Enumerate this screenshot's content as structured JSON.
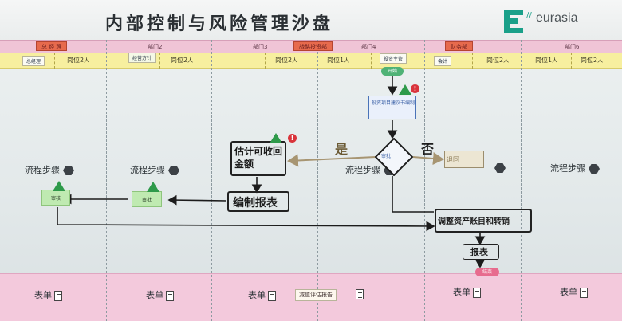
{
  "header": {
    "title": "内部控制与风险管理沙盘",
    "logo_text": "eurasia",
    "logo_ticks": "//"
  },
  "departments": [
    "总 经 理",
    "部门2",
    "部门3",
    "战略投资部",
    "部门4",
    "财务部",
    "部门6"
  ],
  "posts": [
    "总经理",
    "岗位2",
    "经营方针",
    "岗位2",
    "岗位2",
    "岗位1",
    "投资主管",
    "会计",
    "岗位2",
    "岗位1",
    "岗位2"
  ],
  "post_icon": "人",
  "lanes": {
    "step_label": "流程步骤",
    "form_label": "表单"
  },
  "flow": {
    "start": "开始",
    "end": "结束",
    "blue_box": "投资项目建议书编制",
    "decision": "审批",
    "yes": "是",
    "no": "否",
    "rejected_card": "退回",
    "box_recover": "估计可收回金额",
    "box_report": "编制报表",
    "box_adjust": "调整资产账目和转销",
    "box_report2": "报表",
    "form_note": "减值评估报告",
    "green_card1": "审核",
    "green_card2": "审批",
    "badge_mark": "!"
  },
  "colors": {
    "department_row": "#f0c4d6",
    "post_row": "#f7ef9f",
    "form_row": "#f3c9dc",
    "accent_green": "#1aa089",
    "arrow": "#1c1c1c"
  },
  "icons": {
    "step": "hexagon-icon",
    "form": "document-icon",
    "person": "person-icon",
    "logo": "eurasia-logo-icon"
  }
}
